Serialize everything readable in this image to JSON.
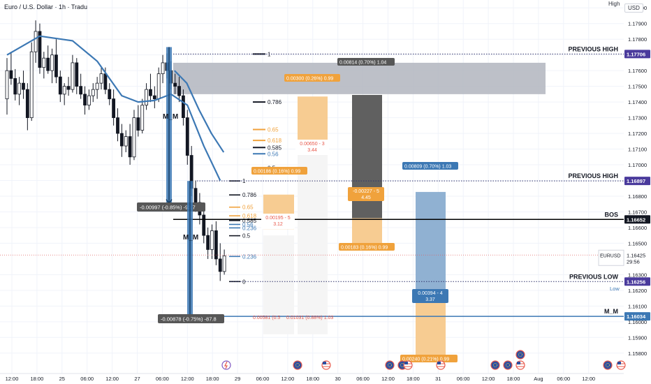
{
  "header": {
    "symbol_title": "Euro / U.S. Dollar · 1h · Tradu",
    "high_label": "High",
    "currency_label": "USD",
    "low_label": "Low"
  },
  "chart_data": {
    "type": "candlestick",
    "symbol": "EURUSD",
    "timeframe": "1h",
    "ylim": [
      1.1567,
      1.1805
    ],
    "y_ticks": [
      1.158,
      1.159,
      1.16,
      1.161,
      1.162,
      1.163,
      1.165,
      1.166,
      1.167,
      1.168,
      1.169,
      1.17,
      1.171,
      1.172,
      1.173,
      1.174,
      1.175,
      1.176,
      1.177,
      1.178,
      1.179,
      1.18
    ],
    "x_tick_labels": [
      "12:00",
      "18:00",
      "25",
      "06:00",
      "12:00",
      "27",
      "06:00",
      "12:00",
      "18:00",
      "29",
      "06:00",
      "12:00",
      "18:00",
      "30",
      "06:00",
      "12:00",
      "18:00",
      "31",
      "06:00",
      "12:00",
      "18:00",
      "Aug",
      "06:00",
      "12:00"
    ],
    "price_tags": [
      {
        "text": "PREVIOUS HIGH",
        "value": "1.17706",
        "price": 1.17706
      },
      {
        "text": "PREVIOUS HIGH",
        "value": "1.16897",
        "price": 1.16897
      },
      {
        "text": "BOS",
        "value": "1.16652",
        "price": 1.16652
      },
      {
        "text": "PREVIOUS LOW",
        "value": "1.16256",
        "price": 1.16256
      },
      {
        "text": "M_M",
        "value": "1.16034",
        "price": 1.16034
      }
    ],
    "current_price": {
      "symbol": "EURUSD",
      "value": "1.16425",
      "countdown": "29:56",
      "price": 1.16425
    },
    "candles": [
      [
        1.1742,
        1.1768,
        1.1732,
        1.176
      ],
      [
        1.176,
        1.1772,
        1.1751,
        1.1755
      ],
      [
        1.1755,
        1.1761,
        1.1741,
        1.1745
      ],
      [
        1.1745,
        1.1756,
        1.1738,
        1.1752
      ],
      [
        1.1752,
        1.176,
        1.1742,
        1.1748
      ],
      [
        1.1748,
        1.1752,
        1.1722,
        1.173
      ],
      [
        1.173,
        1.1778,
        1.1728,
        1.1772
      ],
      [
        1.1772,
        1.1792,
        1.1765,
        1.1785
      ],
      [
        1.1785,
        1.179,
        1.1758,
        1.1762
      ],
      [
        1.1762,
        1.1772,
        1.1755,
        1.1768
      ],
      [
        1.1768,
        1.1776,
        1.1758,
        1.176
      ],
      [
        1.176,
        1.1774,
        1.1752,
        1.177
      ],
      [
        1.177,
        1.178,
        1.1752,
        1.1756
      ],
      [
        1.1756,
        1.176,
        1.174,
        1.1745
      ],
      [
        1.1745,
        1.1752,
        1.1738,
        1.175
      ],
      [
        1.175,
        1.1756,
        1.1744,
        1.1748
      ],
      [
        1.1748,
        1.177,
        1.1746,
        1.1765
      ],
      [
        1.1765,
        1.1768,
        1.1745,
        1.175
      ],
      [
        1.175,
        1.1758,
        1.1742,
        1.1745
      ],
      [
        1.1745,
        1.175,
        1.1732,
        1.1738
      ],
      [
        1.1738,
        1.1748,
        1.1735,
        1.1744
      ],
      [
        1.1744,
        1.1752,
        1.174,
        1.1748
      ],
      [
        1.1748,
        1.1756,
        1.1742,
        1.1752
      ],
      [
        1.1752,
        1.1762,
        1.1748,
        1.1758
      ],
      [
        1.1758,
        1.1762,
        1.1745,
        1.1748
      ],
      [
        1.1748,
        1.1752,
        1.1738,
        1.1742
      ],
      [
        1.1742,
        1.1748,
        1.1725,
        1.173
      ],
      [
        1.173,
        1.1736,
        1.1715,
        1.172
      ],
      [
        1.172,
        1.1726,
        1.1705,
        1.1712
      ],
      [
        1.1712,
        1.1722,
        1.1708,
        1.1718
      ],
      [
        1.1718,
        1.1726,
        1.17,
        1.1705
      ],
      [
        1.1705,
        1.1735,
        1.1703,
        1.173
      ],
      [
        1.173,
        1.1738,
        1.1718,
        1.1722
      ],
      [
        1.1722,
        1.1742,
        1.172,
        1.1738
      ],
      [
        1.1738,
        1.1752,
        1.1735,
        1.1748
      ],
      [
        1.1748,
        1.1758,
        1.174,
        1.1744
      ],
      [
        1.1744,
        1.175,
        1.1736,
        1.1742
      ],
      [
        1.1742,
        1.1762,
        1.174,
        1.1758
      ],
      [
        1.1758,
        1.177,
        1.1752,
        1.1765
      ],
      [
        1.1765,
        1.1771,
        1.1755,
        1.176
      ],
      [
        1.176,
        1.1766,
        1.1748,
        1.1752
      ],
      [
        1.1752,
        1.1758,
        1.1745,
        1.175
      ],
      [
        1.175,
        1.1756,
        1.174,
        1.1744
      ],
      [
        1.1744,
        1.1748,
        1.1725,
        1.173
      ],
      [
        1.173,
        1.1735,
        1.17,
        1.1706
      ],
      [
        1.1706,
        1.1712,
        1.168,
        1.1685
      ],
      [
        1.1685,
        1.169,
        1.167,
        1.1676
      ],
      [
        1.1676,
        1.1682,
        1.1662,
        1.1668
      ],
      [
        1.1668,
        1.1672,
        1.165,
        1.1655
      ],
      [
        1.1655,
        1.166,
        1.164,
        1.1646
      ],
      [
        1.1646,
        1.1662,
        1.164,
        1.1658
      ],
      [
        1.1658,
        1.1664,
        1.1636,
        1.164
      ],
      [
        1.164,
        1.165,
        1.1626,
        1.1632
      ],
      [
        1.1632,
        1.1646,
        1.163,
        1.1642
      ]
    ],
    "moving_averages": [
      {
        "color": "#3c78b4",
        "points": [
          [
            0,
            1.177
          ],
          [
            8,
            1.1782
          ],
          [
            16,
            1.1779
          ],
          [
            22,
            1.1766
          ],
          [
            28,
            1.1744
          ],
          [
            32,
            1.174
          ],
          [
            36,
            1.1741
          ],
          [
            40,
            1.1745
          ],
          [
            44,
            1.1738
          ],
          [
            48,
            1.1712
          ],
          [
            52,
            1.169
          ]
        ]
      },
      {
        "color": "#3c78b4",
        "points": [
          [
            40,
            1.176
          ],
          [
            43,
            1.1752
          ],
          [
            46,
            1.1735
          ],
          [
            49,
            1.172
          ],
          [
            52,
            1.1708
          ]
        ]
      }
    ],
    "measures": [
      {
        "text": "-0.00997 (-0.85%) -93.7",
        "from": 1.1775,
        "to": 1.16753,
        "label_price": 1.16652
      },
      {
        "text": "-0.00878 (-0.75%) -87.8",
        "from": 1.16897,
        "to": 1.16019,
        "label_price": 1.1593
      }
    ],
    "mm_labels": [
      "M_M",
      "M_M"
    ],
    "fib_levels_1": [
      {
        "label": "1",
        "price": 1.17706,
        "color": "#131722"
      },
      {
        "label": "0.786",
        "price": 1.174,
        "color": "#131722"
      },
      {
        "label": "0.65",
        "price": 1.17225,
        "color": "#f0a23c"
      },
      {
        "label": "0.618",
        "price": 1.17155,
        "color": "#f0a23c"
      },
      {
        "label": "0.585",
        "price": 1.1711,
        "color": "#131722"
      },
      {
        "label": "0.56",
        "price": 1.1707,
        "color": "#3c78b4"
      },
      {
        "label": "0.5",
        "price": 1.1698,
        "color": "#131722"
      }
    ],
    "fib_levels_2": [
      {
        "label": "1",
        "price": 1.16897,
        "color": "#131722"
      },
      {
        "label": "0.786",
        "price": 1.16808,
        "color": "#131722"
      },
      {
        "label": "0.65",
        "price": 1.1673,
        "color": "#f0a23c"
      },
      {
        "label": "0.618",
        "price": 1.16675,
        "color": "#f0a23c"
      },
      {
        "label": "0.585",
        "price": 1.16645,
        "color": "#131722"
      },
      {
        "label": "0.56",
        "price": 1.1662,
        "color": "#3c78b4"
      },
      {
        "label": "0.236",
        "price": 1.16598,
        "color": "#3c78b4"
      },
      {
        "label": "0.5",
        "price": 1.16548,
        "color": "#131722"
      },
      {
        "label": "0.236",
        "price": 1.16416,
        "color": "#3c78b4"
      },
      {
        "label": "0",
        "price": 1.16256,
        "color": "#131722"
      }
    ],
    "position_boxes": [
      {
        "label": "0.00300 (0.26%) 0.99",
        "top": 1.17435,
        "bottom": 1.17105,
        "color": "#f7c98c",
        "label_bg": "#f0a23c"
      },
      {
        "label": "0.00186 (0.16%) 0.99",
        "top": 1.1681,
        "bottom": 1.1659,
        "color": "#f7c98c",
        "label_bg": "#f0a23c"
      },
      {
        "label": "0.00183 (0.16%) 0.99",
        "top": 1.1666,
        "bottom": 1.16475,
        "color": "#f7c98c",
        "label_bg": "#f0a23c"
      },
      {
        "label": "0.00814 (0.70%) 1.04",
        "top": 1.17445,
        "bottom": 1.1666,
        "color": "#575757",
        "label_bg": "#575757"
      },
      {
        "label": "0.00809 (0.70%) 1.03",
        "top": 1.16827,
        "bottom": 1.16132,
        "color": "#8aadd0",
        "label_bg": "#3c78b4"
      },
      {
        "label": "0.00240 (0.21%) 0.99",
        "top": 1.16132,
        "bottom": 1.15755,
        "color": "#f7c98c",
        "label_bg": "#f0a23c"
      }
    ],
    "center_tags": [
      {
        "line1": "-0.00227 - 5",
        "line2": "4.45"
      },
      {
        "line1": "0.00394 - 4",
        "line2": "3.37"
      }
    ],
    "ratio_labels": [
      {
        "line1": "0.00650 - 3",
        "line2": "3.44"
      },
      {
        "line1": "0.00195 - 5",
        "line2": "3.12"
      }
    ],
    "bottom_ratio_labels": [
      "0.00581 (0.5",
      "0.01031 (0.88%) 1.03"
    ]
  }
}
